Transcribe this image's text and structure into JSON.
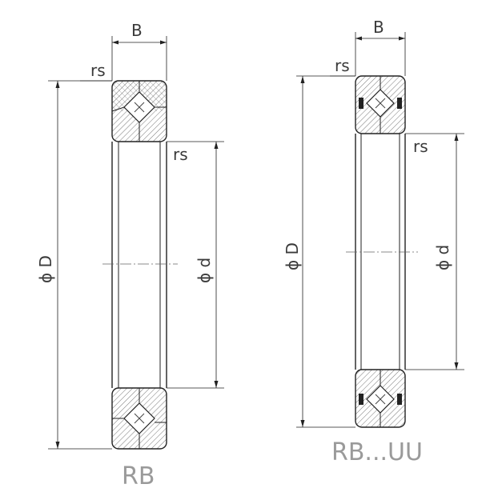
{
  "drawings": [
    {
      "caption": "RB",
      "labels": {
        "width": "B",
        "radius_top": "rs",
        "radius_side": "rs",
        "outer_diameter": "ϕ D",
        "inner_diameter": "ϕ d"
      }
    },
    {
      "caption": "RB...UU",
      "labels": {
        "width": "B",
        "radius_top": "rs",
        "radius_side": "rs",
        "outer_diameter": "ϕ D",
        "inner_diameter": "ϕ d"
      }
    }
  ],
  "colors": {
    "line": "#222222",
    "caption": "#9a9a9a",
    "hatch": "#555555"
  }
}
